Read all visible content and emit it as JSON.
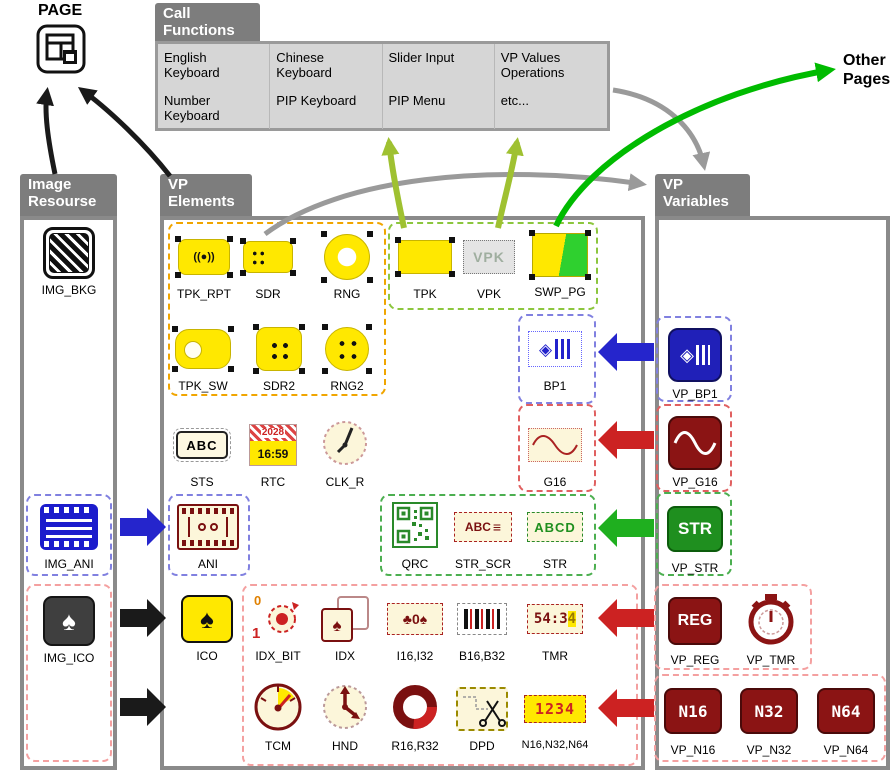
{
  "page": {
    "label": "PAGE"
  },
  "call_functions": {
    "title": "Call\nFunctions",
    "items": [
      "English Keyboard",
      "Chinese Keyboard",
      "Slider Input",
      "VP Values Operations",
      "Number Keyboard",
      "PIP Keyboard",
      "PIP Menu",
      "etc..."
    ]
  },
  "other_pages": {
    "label": "Other\nPages"
  },
  "image_resource": {
    "title": "Image\nResourse",
    "items": [
      {
        "label": "IMG_BKG"
      },
      {
        "label": "IMG_ANI"
      },
      {
        "label": "IMG_ICO"
      }
    ]
  },
  "vp_elements": {
    "title": "VP\nElements",
    "items": {
      "tpk_rpt": "TPK_RPT",
      "sdr": "SDR",
      "rng": "RNG",
      "tpk": "TPK",
      "vpk": "VPK",
      "swp_pg": "SWP_PG",
      "tpk_sw": "TPK_SW",
      "sdr2": "SDR2",
      "rng2": "RNG2",
      "bp1": "BP1",
      "sts": "STS",
      "rtc": "RTC",
      "clk_r": "CLK_R",
      "g16": "G16",
      "ani": "ANI",
      "qrc": "QRC",
      "str_scr": "STR_SCR",
      "str": "STR",
      "ico": "ICO",
      "idx_bit": "IDX_BIT",
      "idx": "IDX",
      "i16": "I16,I32",
      "b16": "B16,B32",
      "tmr": "TMR",
      "tcm": "TCM",
      "hnd": "HND",
      "r16": "R16,R32",
      "dpd": "DPD",
      "n16": "N16,N32,N64"
    }
  },
  "vp_variables": {
    "title": "VP\nVariables",
    "items": {
      "bp1": "VP_BP1",
      "g16": "VP_G16",
      "str": "VP_STR",
      "reg": "VP_REG",
      "tmr": "VP_TMR",
      "n16": "VP_N16",
      "n32": "VP_N32",
      "n64": "VP_N64"
    }
  },
  "icon_text": {
    "tpk_rpt_glyph": "((●))",
    "vpk": "VPK",
    "sts": "ABC",
    "rtc_year": "2028",
    "rtc_time": "16:59",
    "diamond": "◈",
    "str_scr": "ABC",
    "str_scr_lines": "≡",
    "str": "ABCD",
    "spade": "♠",
    "idx0": "0",
    "idx1": "1",
    "i16_glyph": "♣0♠",
    "tmr_main": "54:3",
    "tmr_blink": "4",
    "n_digits": "1234",
    "vp_str": "STR",
    "vp_reg": "REG",
    "vp_n16": "N16",
    "vp_n32": "N32",
    "vp_n64": "N64"
  },
  "colors": {
    "accent_yellow": "#ffe800",
    "arrow_blue": "#2525cc",
    "arrow_red": "#cc2222",
    "arrow_green": "#1faf1f",
    "arrow_bright_green": "#00bb00",
    "arrow_olive": "#9fc131",
    "arrow_gray": "#9a9a9a",
    "maroon": "#8b1414"
  }
}
